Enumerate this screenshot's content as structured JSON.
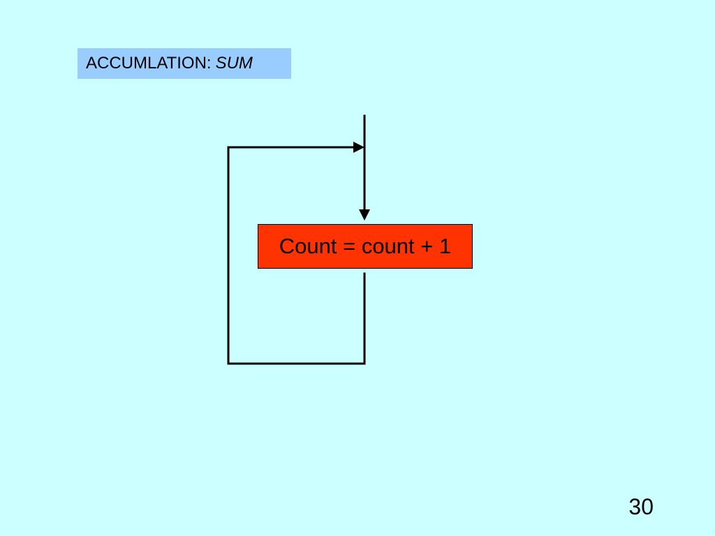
{
  "slide": {
    "title": {
      "label": "ACCUMLATION:",
      "emphasis": "SUM"
    },
    "process_box": {
      "text": "Count = count + 1"
    },
    "page_number": "30"
  },
  "colors": {
    "background": "#ccffff",
    "title_box": "#99ccff",
    "process_box": "#ff3300",
    "lines": "#000000"
  }
}
